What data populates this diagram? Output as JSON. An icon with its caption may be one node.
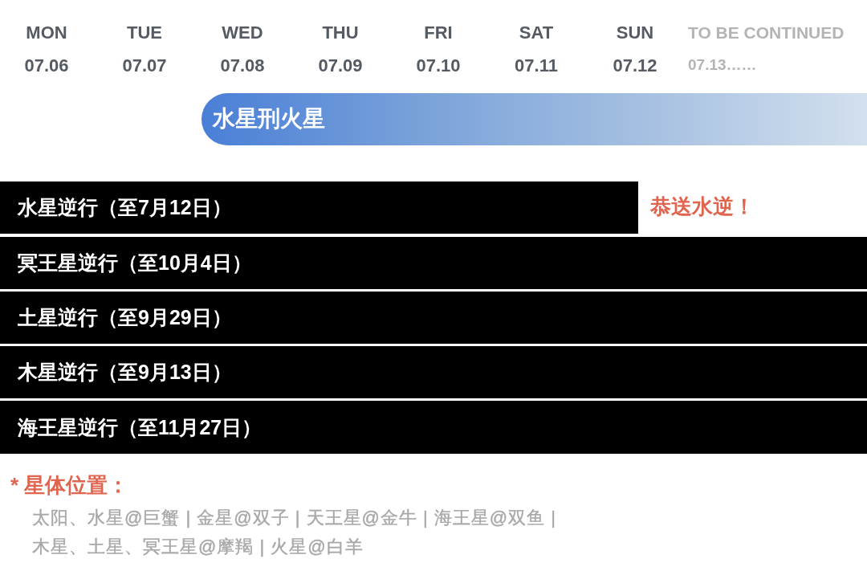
{
  "diagram": {
    "nodes": [
      {
        "text": [
          "水星刑火星"
        ]
      },
      {
        "text": [
          "水星逆行（至7月12日）"
        ],
        "beside": [
          "恭送水逆！"
        ]
      },
      {
        "text": [
          "冥王星逆行（至10月4日）"
        ]
      },
      {
        "text": [
          "土星逆行（至9月29日）"
        ]
      },
      {
        "text": [
          "木星逆行（至9月13日）"
        ]
      },
      {
        "text": [
          "海王星逆行（至11月27日）"
        ]
      }
    ],
    "labels": [
      "MON",
      "TUE",
      "WED",
      "THU",
      "FRI",
      "SAT",
      "SUN",
      "TO BE CONTINUED",
      "07.06",
      "07.07",
      "07.08",
      "07.09",
      "07.10",
      "07.11",
      "07.12",
      "07.13……",
      "* 星体位置：",
      "太阳、水星@巨蟹 | 金星@双子 | 天王星@金牛 | 海王星@双鱼 | 木星、土星、冥王星@摩羯 | 火星@白羊"
    ]
  }
}
